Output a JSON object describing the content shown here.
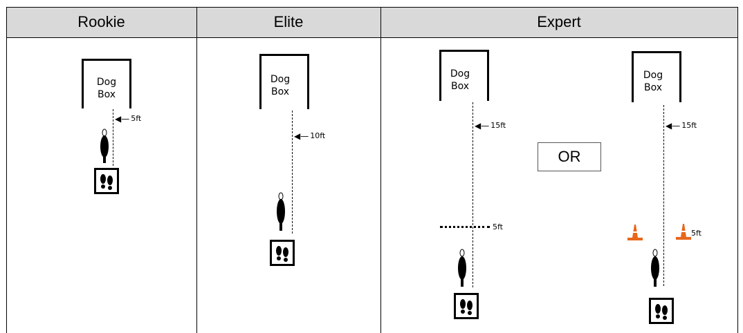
{
  "columns": [
    {
      "header": "Rookie",
      "dog_box": "Dog\nBox",
      "distance": "5ft"
    },
    {
      "header": "Elite",
      "dog_box": "Dog\nBox",
      "distance": "10ft"
    },
    {
      "header": "Expert",
      "dog_box_a": "Dog\nBox",
      "dog_box_b": "Dog\nBox",
      "distance_a": "15ft",
      "distance_b": "15ft",
      "line_marker": "5ft",
      "cone_marker": "5ft",
      "or_label": "OR"
    }
  ],
  "icons": [
    "dog-icon",
    "footprints-icon",
    "traffic-cone-icon",
    "arrow-left-icon"
  ],
  "colors": {
    "header_bg": "#d9d9d9",
    "cone": "#e8661c"
  }
}
